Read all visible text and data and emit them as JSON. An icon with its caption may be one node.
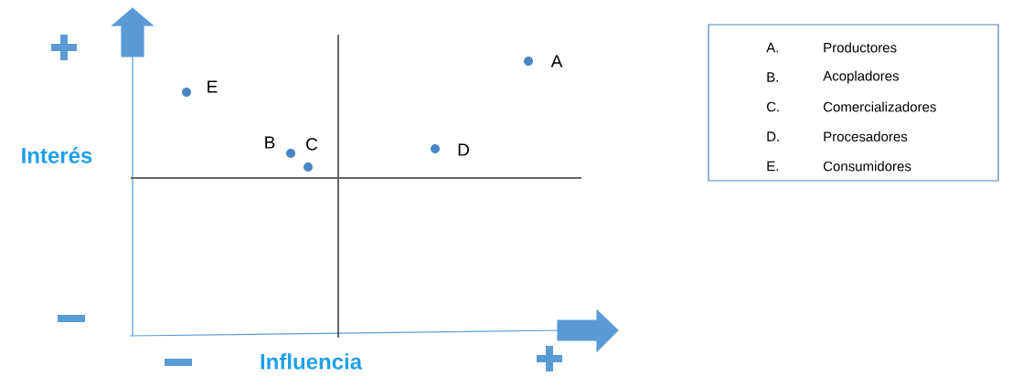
{
  "diagram": {
    "nodes": [
      {
        "text": [
          "A.",
          "Productores",
          "B.",
          "Acopladores",
          "C.",
          "Comercializadores",
          "D.",
          "Procesadores",
          "E.",
          "Consumidores"
        ]
      }
    ],
    "labels": [
      "A",
      "E",
      "B",
      "C",
      "D",
      "Interés",
      "Influencia"
    ]
  }
}
